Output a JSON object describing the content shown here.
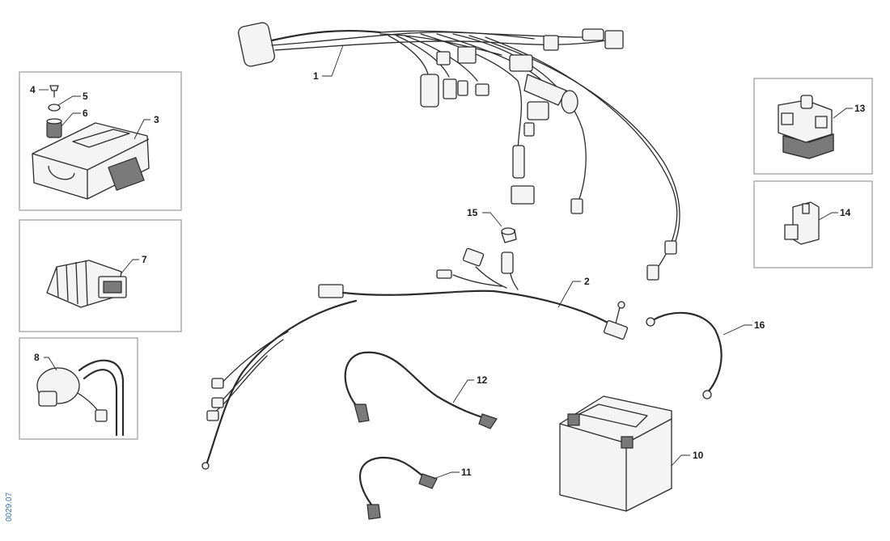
{
  "diagram": {
    "document_code": "0029.07",
    "callouts": [
      "1",
      "2",
      "3",
      "4",
      "5",
      "6",
      "7",
      "8",
      "10",
      "11",
      "12",
      "13",
      "14",
      "15",
      "16"
    ]
  }
}
